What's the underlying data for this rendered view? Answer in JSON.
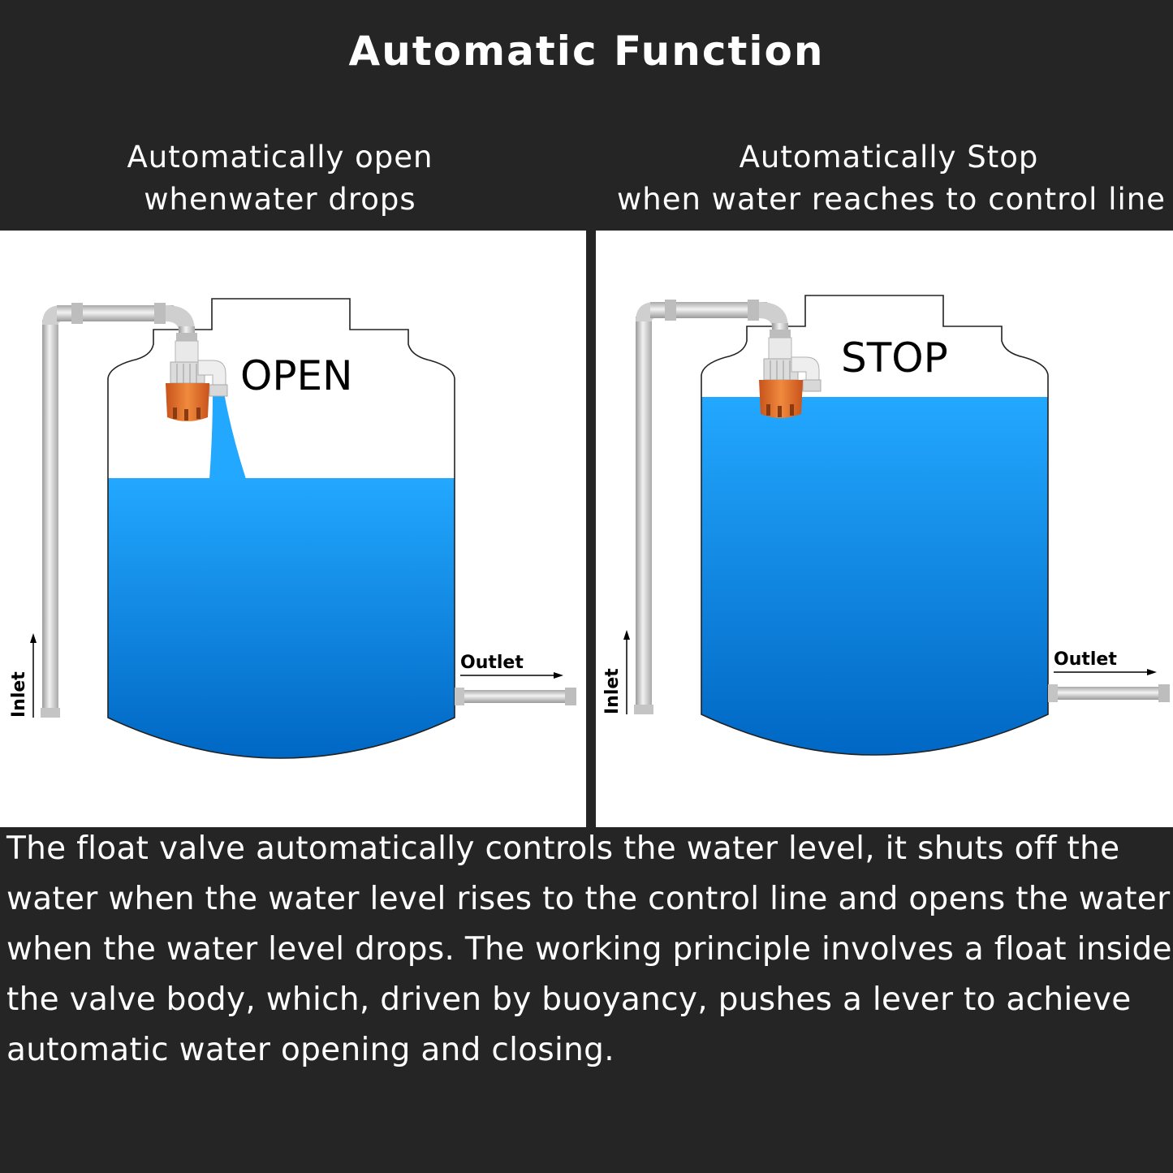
{
  "title": "Automatic Function",
  "left_panel": {
    "heading_line1": "Automatically open",
    "heading_line2": "whenwater drops",
    "state_label": "OPEN",
    "inlet_label": "Inlet",
    "outlet_label": "Outlet"
  },
  "right_panel": {
    "heading_line1": "Automatically Stop",
    "heading_line2": "when water reaches to control line",
    "state_label": "STOP",
    "inlet_label": "Inlet",
    "outlet_label": "Outlet"
  },
  "description": "The float valve automatically controls the water level, it shuts off the water when the water level rises to the control line and opens the water when the water level drops. The working principle involves a float inside the valve body, which, driven by buoyancy, pushes a lever to achieve automatic water opening and closing.",
  "colors": {
    "background": "#252525",
    "water_top": "#23a8ff",
    "water_bottom": "#0067c4",
    "float_orange": "#e8712a",
    "pipe": "#d9d9d9"
  }
}
